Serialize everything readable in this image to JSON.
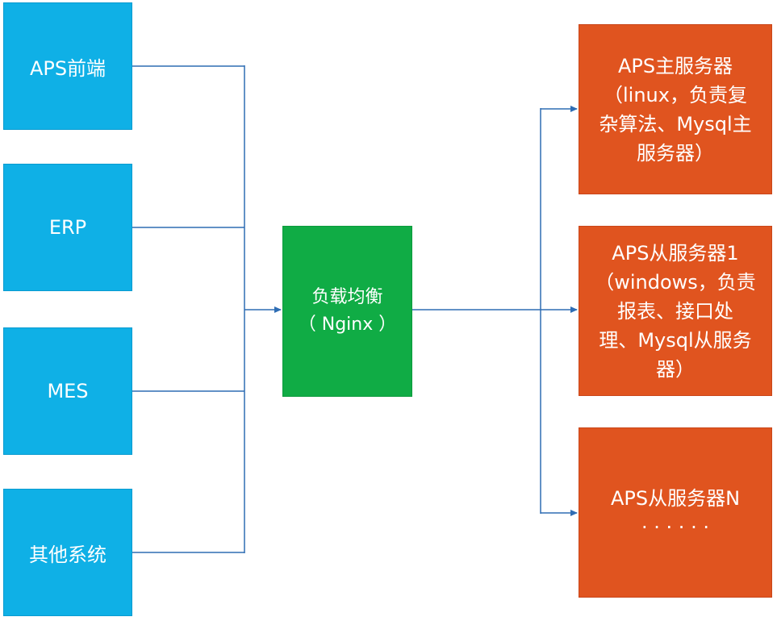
{
  "colors": {
    "source_fill": "#0FB0E6",
    "balancer_fill": "#10AC45",
    "server_fill": "#E0541F",
    "connector": "#2E6DB4",
    "text": "#FFFFFF"
  },
  "sources": [
    {
      "label": "APS前端"
    },
    {
      "label": "ERP"
    },
    {
      "label": "MES"
    },
    {
      "label": "其他系统"
    }
  ],
  "balancer": {
    "lines": [
      "负载均衡",
      "（ Nginx ）"
    ]
  },
  "servers": [
    {
      "lines": [
        "APS主服务器",
        "（linux，负责复",
        "杂算法、Mysql主",
        "服务器）"
      ]
    },
    {
      "lines": [
        "APS从服务器1",
        "（windows，负责",
        "报表、接口处",
        "理、Mysql从服务",
        "器）"
      ]
    },
    {
      "lines": [
        "APS从服务器N",
        "· · · · · ·"
      ]
    }
  ]
}
